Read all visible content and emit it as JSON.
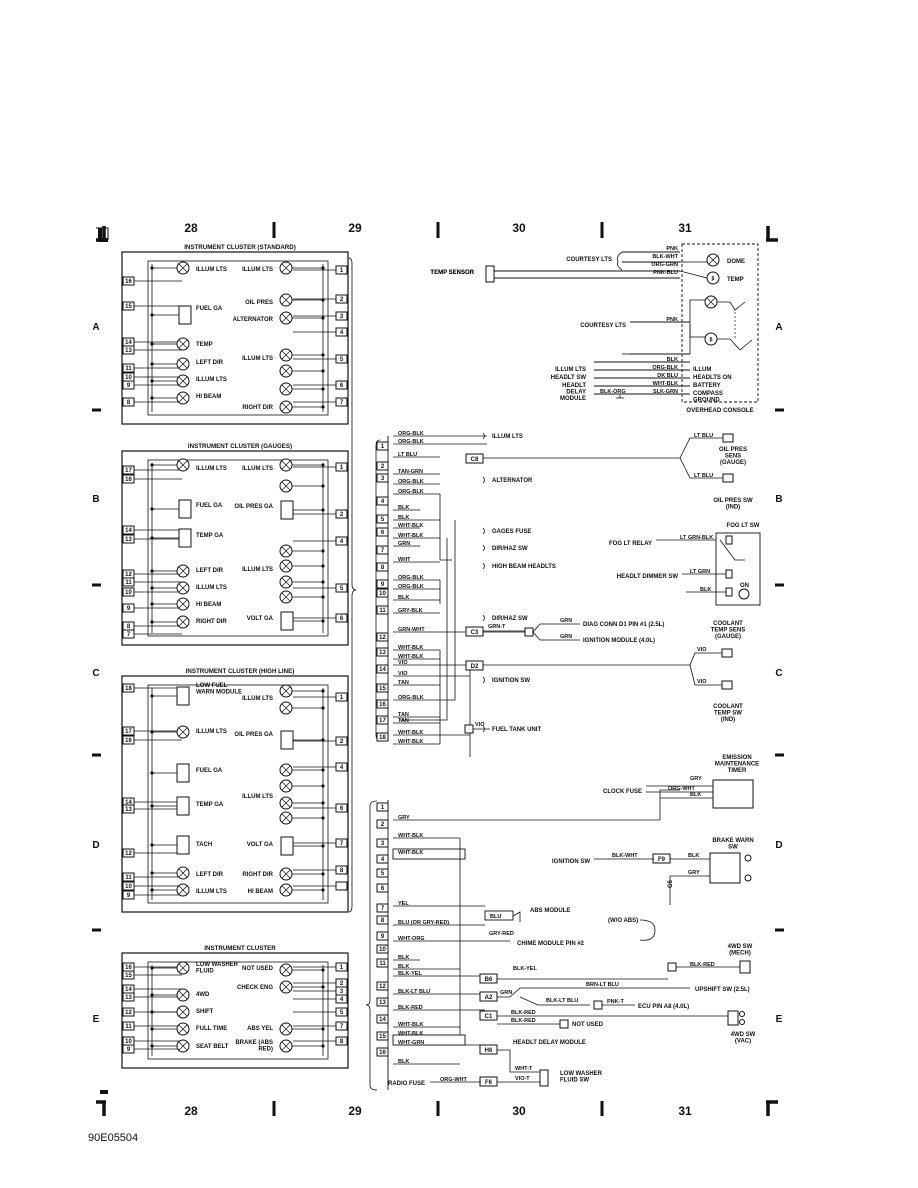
{
  "sheet": {
    "code": "90E05504",
    "columns": [
      "28",
      "29",
      "30",
      "31"
    ],
    "rows": [
      "A",
      "B",
      "C",
      "D",
      "E"
    ]
  },
  "clusters": [
    {
      "title": "INSTRUMENT CLUSTER (STANDARD)",
      "left_pins": [
        "16",
        "15",
        "14",
        "13",
        "11",
        "10",
        "9",
        "8"
      ],
      "right_pins": [
        "1",
        "2",
        "3",
        "4",
        "5",
        "6",
        "7"
      ],
      "left_labels": [
        "ILLUM LTS",
        "FUEL GA",
        "TEMP",
        "LEFT DIR",
        "ILLUM LTS",
        "HI BEAM"
      ],
      "right_labels": [
        "ILLUM LTS",
        "OIL PRES",
        "ALTERNATOR",
        "ILLUM LTS",
        "RIGHT DIR"
      ]
    },
    {
      "title": "INSTRUMENT CLUSTER (GAUGES)",
      "left_pins": [
        "17",
        "16",
        "14",
        "13",
        "12",
        "11",
        "10",
        "9",
        "8",
        "7"
      ],
      "right_pins": [
        "1",
        "2",
        "4",
        "5",
        "6"
      ],
      "left_labels": [
        "ILLUM LTS",
        "FUEL GA",
        "TEMP GA",
        "LEFT DIR",
        "ILLUM LTS",
        "HI BEAM",
        "RIGHT DIR"
      ],
      "right_labels": [
        "ILLUM LTS",
        "OIL PRES GA",
        "ILLUM LTS",
        "VOLT GA"
      ]
    },
    {
      "title": "INSTRUMENT CLUSTER (HIGH LINE)",
      "left_pins": [
        "18",
        "17",
        "16",
        "14",
        "13",
        "12",
        "11",
        "10",
        "9"
      ],
      "right_pins": [
        "1",
        "2",
        "4",
        "6",
        "7",
        "8"
      ],
      "left_labels": [
        "LOW FUEL WARN MODULE",
        "ILLUM LTS",
        "FUEL GA",
        "TEMP GA",
        "TACH",
        "LEFT DIR",
        "ILLUM LTS"
      ],
      "right_labels": [
        "ILLUM LTS",
        "OIL PRES GA",
        "ILLUM LTS",
        "VOLT GA",
        "RIGHT DIR",
        "HI BEAM"
      ]
    },
    {
      "title": "INSTRUMENT CLUSTER",
      "left_pins": [
        "16",
        "15",
        "14",
        "13",
        "12",
        "11",
        "10",
        "9"
      ],
      "right_pins": [
        "1",
        "2",
        "3",
        "4",
        "5",
        "7",
        "8"
      ],
      "left_labels": [
        "LOW WASHER FLUID",
        "4WD",
        "SHIFT",
        "FULL TIME",
        "SEAT BELT"
      ],
      "right_labels": [
        "NOT USED",
        "CHECK ENG",
        "ABS YEL",
        "BRAKE (ABS RED)"
      ]
    }
  ],
  "console": {
    "title": "OVERHEAD CONSOLE",
    "temp_sensor": "TEMP SENSOR",
    "courtesy_top": "COURTESY LTS",
    "courtesy_mid": "COURTESY LTS",
    "dome": "DOME",
    "temp": "TEMP",
    "wires_top": [
      "PNK",
      "BLK-WHT",
      "ORG-GRN",
      "PNK-BLU"
    ],
    "wire_mid": "PNK",
    "wires_bottom": [
      "BLK",
      "ORG-BLK",
      "DK BLU",
      "WHT-BLK",
      "SLK-GRN"
    ],
    "left_labels": [
      "ILLUM LTS",
      "HEADLT SW",
      "HEADLT DELAY MODULE"
    ],
    "blk_org": "BLK-ORG",
    "right_labels": [
      "ILLUM",
      "HEADLTS ON",
      "BATTERY",
      "COMPASS GROUND"
    ]
  },
  "upper_connector": {
    "pins": [
      "1",
      "2",
      "3",
      "4",
      "5",
      "6",
      "7",
      "8",
      "9",
      "10",
      "11",
      "12",
      "13",
      "14",
      "15",
      "16",
      "17",
      "18"
    ],
    "wires": [
      "ORG-BLK",
      "ORG-BLK",
      "LT BLU",
      "TAN-GRN",
      "ORG-BLK",
      "ORG-BLK",
      "BLK",
      "BLK",
      "WHT-BLK",
      "WHT-BLK",
      "GRN",
      "WHT",
      "ORG-BLK",
      "ORG-BLK",
      "BLK",
      "GRY-BLK",
      "GRN-WHT",
      "WHT-BLK",
      "WHT-BLK",
      "VIO",
      "VIO",
      "TAN",
      "ORG-BLK",
      "TAN",
      "TAN",
      "WHT-BLK",
      "WHT-BLK"
    ],
    "dests": [
      "ILLUM LTS",
      "ALTERNATOR",
      "GAGES FUSE",
      "DIR/HAZ SW",
      "HIGH BEAM HEADLTS",
      "DIR/HAZ SW",
      "IGNITION SW",
      "FUEL TANK UNIT"
    ],
    "splices": [
      "C8",
      "C3",
      "D2"
    ],
    "grn_t": "GRN-T",
    "vio_fuel": "VIO",
    "diag": "DIAG CONN D1 PIN #1 (2.5L)",
    "ign_mod": "IGNITION MODULE (4.0L)",
    "grn_a": "GRN",
    "grn_b": "GRN"
  },
  "right_upper": {
    "oil_gauge": "OIL PRES SENS (GAUGE)",
    "oil_ind": "OIL PRES SW (IND)",
    "lt_blu_1": "LT BLU",
    "lt_blu_2": "LT BLU",
    "fog_sw": "FOG LT SW",
    "fog_relay": "FOG LT RELAY",
    "lt_grn_blk": "LT GRN-BLK",
    "dimmer": "HEADLT DIMMER SW",
    "lt_grn": "LT GRN",
    "blk": "BLK",
    "on": "ON",
    "coolant_gauge": "COOLANT TEMP SENS (GAUGE)",
    "coolant_ind": "COOLANT TEMP SW (IND)",
    "vio_1": "VIO",
    "vio_2": "VIO"
  },
  "lower_connector": {
    "pins": [
      "1",
      "2",
      "3",
      "4",
      "5",
      "6",
      "7",
      "8",
      "9",
      "10",
      "11",
      "12",
      "13",
      "14",
      "15",
      "16"
    ],
    "wires": [
      "GRY",
      "WHT-BLK",
      "WHT-BLK",
      "YEL",
      "BLU (OR GRY-RED)",
      "WHT-ORG",
      "BLK",
      "BLK",
      "BLK-YEL",
      "BLK-LT BLU",
      "BLK-RED",
      "WHT-BLK",
      "WHT-BLK",
      "WHT-GRN",
      "BLK"
    ],
    "splices": [
      "F9",
      "B6",
      "A2",
      "C1",
      "H6",
      "F6"
    ],
    "blu": "BLU",
    "gry_red": "GRY-RED",
    "abs": "ABS MODULE",
    "wo_abs": "(W/O ABS)",
    "chime": "CHIME MODULE PIN #2",
    "headlt_delay": "HEADLT DELAY MODULE",
    "radio": "RADIO FUSE",
    "org_wht": "ORG-WHT",
    "wht_t": "WHT-T",
    "vio_t": "VIO-T",
    "washer": "LOW WASHER FLUID SW"
  },
  "right_lower": {
    "emission": "EMISSION MAINTENANCE TIMER",
    "clock_fuse": "CLOCK FUSE",
    "gry": "GRY",
    "org_wht": "ORG-WHT",
    "blk": "BLK",
    "brake_sw": "BRAKE WARN SW",
    "ignition": "IGNITION SW",
    "blk_wht": "BLK-WHT",
    "brake_blk": "BLK",
    "brake_gry": "GRY",
    "g5": "G5",
    "wd_mech": "4WD SW (MECH)",
    "blk_red": "BLK-RED",
    "blk_yel": "BLK-YEL",
    "brn_lt_blu": "BRN-LT BLU",
    "upshift": "UPSHIFT SW (2.5L)",
    "grn": "GRN",
    "blk_lt_blu": "BLK-LT BLU",
    "pnk_t": "PNK-T",
    "ecu": "ECU PIN A8 (4.0L)",
    "blk_red_a": "BLK-RED",
    "blk_red_b": "BLK-RED",
    "not_used": "NOT USED",
    "wd_vac": "4WD SW (VAC)"
  }
}
